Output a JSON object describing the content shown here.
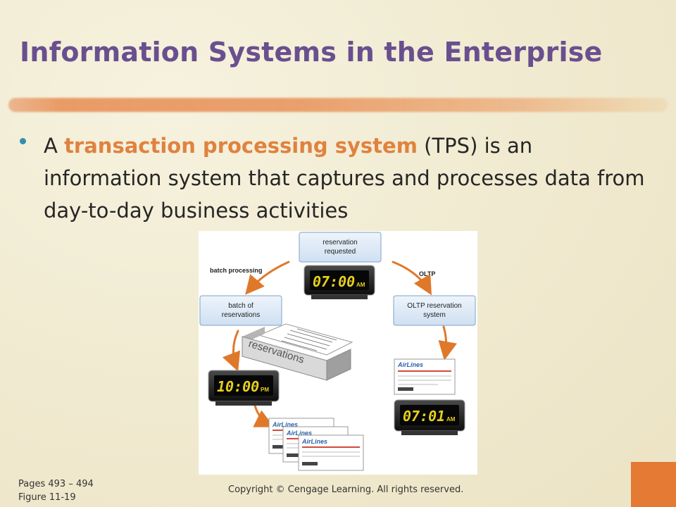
{
  "slide": {
    "title": "Information Systems in the Enterprise",
    "bullet": {
      "before": "A ",
      "term": "transaction processing system",
      "after": " (TPS) is an information system that captures and processes data from day-to-day business activities"
    },
    "footer": {
      "pages": "Pages 493 – 494",
      "figure_ref": "Figure 11-19",
      "copyright": "Copyright © Cengage Learning. All rights reserved."
    },
    "colors": {
      "title": "#6a4f8f",
      "term": "#e0823f",
      "bullet": "#2f8fb0",
      "corner": "#e47a34"
    }
  },
  "diagram": {
    "boxes": {
      "top": [
        "reservation",
        "requested"
      ],
      "left": [
        "batch of",
        "reservations"
      ],
      "right": [
        "OLTP reservation",
        "system"
      ]
    },
    "labels": {
      "batch": "batch processing",
      "oltp": "OLTP"
    },
    "clocks": {
      "top": {
        "time": "07:00",
        "ampm": "AM"
      },
      "left": {
        "time": "10:00",
        "ampm": "PM"
      },
      "right": {
        "time": "07:01",
        "ampm": "AM"
      }
    },
    "tray_label": "reservations",
    "ticket_brand": "AirLines"
  }
}
